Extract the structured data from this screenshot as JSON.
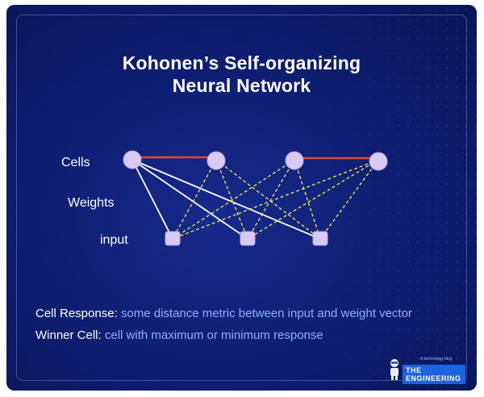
{
  "title": {
    "line1": "Kohonen’s Self-organizing",
    "line2": "Neural Network"
  },
  "labels": {
    "cells": "Cells",
    "weights": "Weights",
    "input": "input"
  },
  "footer": {
    "cell_response_term": "Cell Response:",
    "cell_response_desc": "some distance metric between input and weight vector",
    "winner_cell_term": "Winner Cell:",
    "winner_cell_desc": "cell with maximum or minimum response"
  },
  "logo": {
    "text": "THE ENGINEERING",
    "tagline": "A technology blog"
  },
  "colors": {
    "background": "#0f1f74",
    "node_fill": "#d9c9f5",
    "cell_link": "#e0452d",
    "white_weight": "#ffffff",
    "yellow_weight": "#e6e24a",
    "description_text": "#8db0ff"
  }
}
